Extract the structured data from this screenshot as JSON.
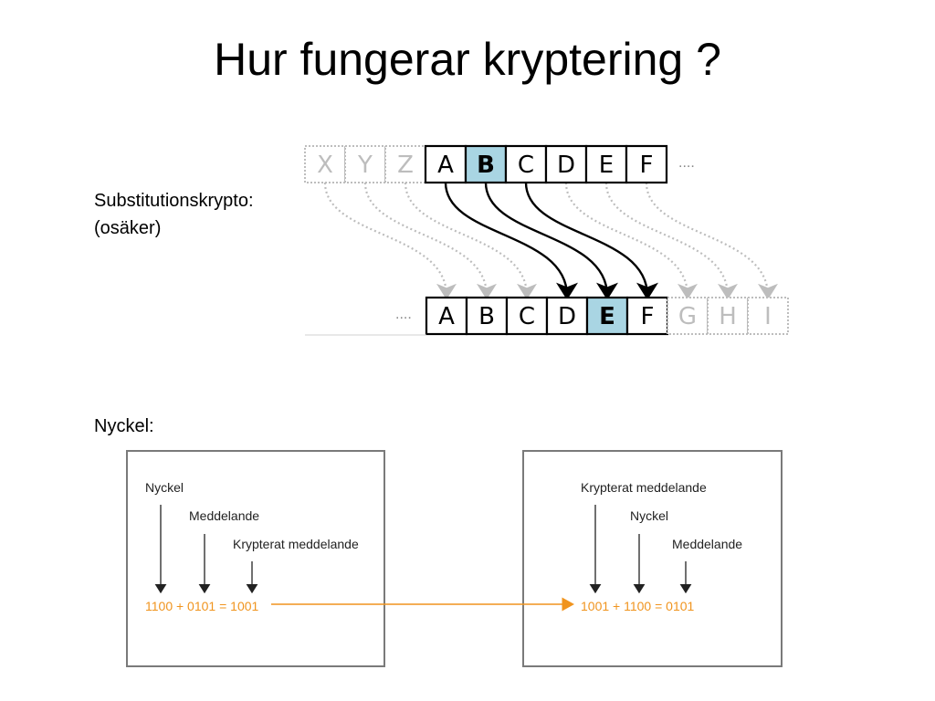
{
  "title": "Hur fungerar kryptering ?",
  "labels": {
    "substitution_line1": "Substitutionskrypto:",
    "substitution_line2": "(osäker)",
    "key": "Nyckel:"
  },
  "cipher": {
    "top_row": [
      "X",
      "Y",
      "Z",
      "A",
      "B",
      "C",
      "D",
      "E",
      "F"
    ],
    "top_faded": [
      true,
      true,
      true,
      false,
      false,
      false,
      false,
      false,
      false
    ],
    "top_highlight_index": 4,
    "bottom_row": [
      "A",
      "B",
      "C",
      "D",
      "E",
      "F",
      "G",
      "H",
      "I"
    ],
    "bottom_faded": [
      false,
      false,
      false,
      false,
      false,
      false,
      true,
      true,
      true
    ],
    "bottom_highlight_index": 4,
    "ellipsis": "....",
    "shift": 3
  },
  "panels": {
    "encrypt": {
      "labels": [
        "Nyckel",
        "Meddelande",
        "Krypterat meddelande"
      ],
      "equation": "1100 + 0101 = 1001"
    },
    "decrypt": {
      "labels": [
        "Krypterat meddelande",
        "Nyckel",
        "Meddelande"
      ],
      "equation": "1001 + 1100 = 0101"
    }
  },
  "colors": {
    "highlight": "#a9d5e3",
    "faded": "#bdbdbd",
    "accent": "#f0941e",
    "panel_border": "#7a7a7a"
  }
}
